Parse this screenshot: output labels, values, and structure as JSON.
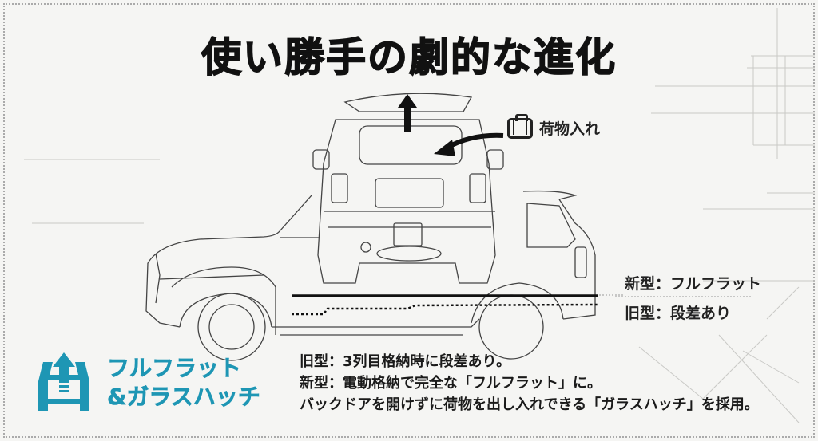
{
  "slide": {
    "title": "使い勝手の劇的な進化",
    "accent_color": "#1e96b4",
    "callouts": {
      "luggage": {
        "icon": "suitcase-icon",
        "label": "荷物入れ"
      }
    },
    "comparison": {
      "new": "新型：フルフラット",
      "old": "旧型：段差あり"
    },
    "feature": {
      "icon": "car-tailgate-up-icon",
      "line1": "フルフラット",
      "line2": "&ガラスハッチ"
    },
    "description": [
      "旧型：3列目格納時に段差あり。",
      "新型：電動格納で完全な「フルフラット」に。",
      "バックドアを開けずに荷物を出し入れできる「ガラスハッチ」を採用。"
    ]
  }
}
